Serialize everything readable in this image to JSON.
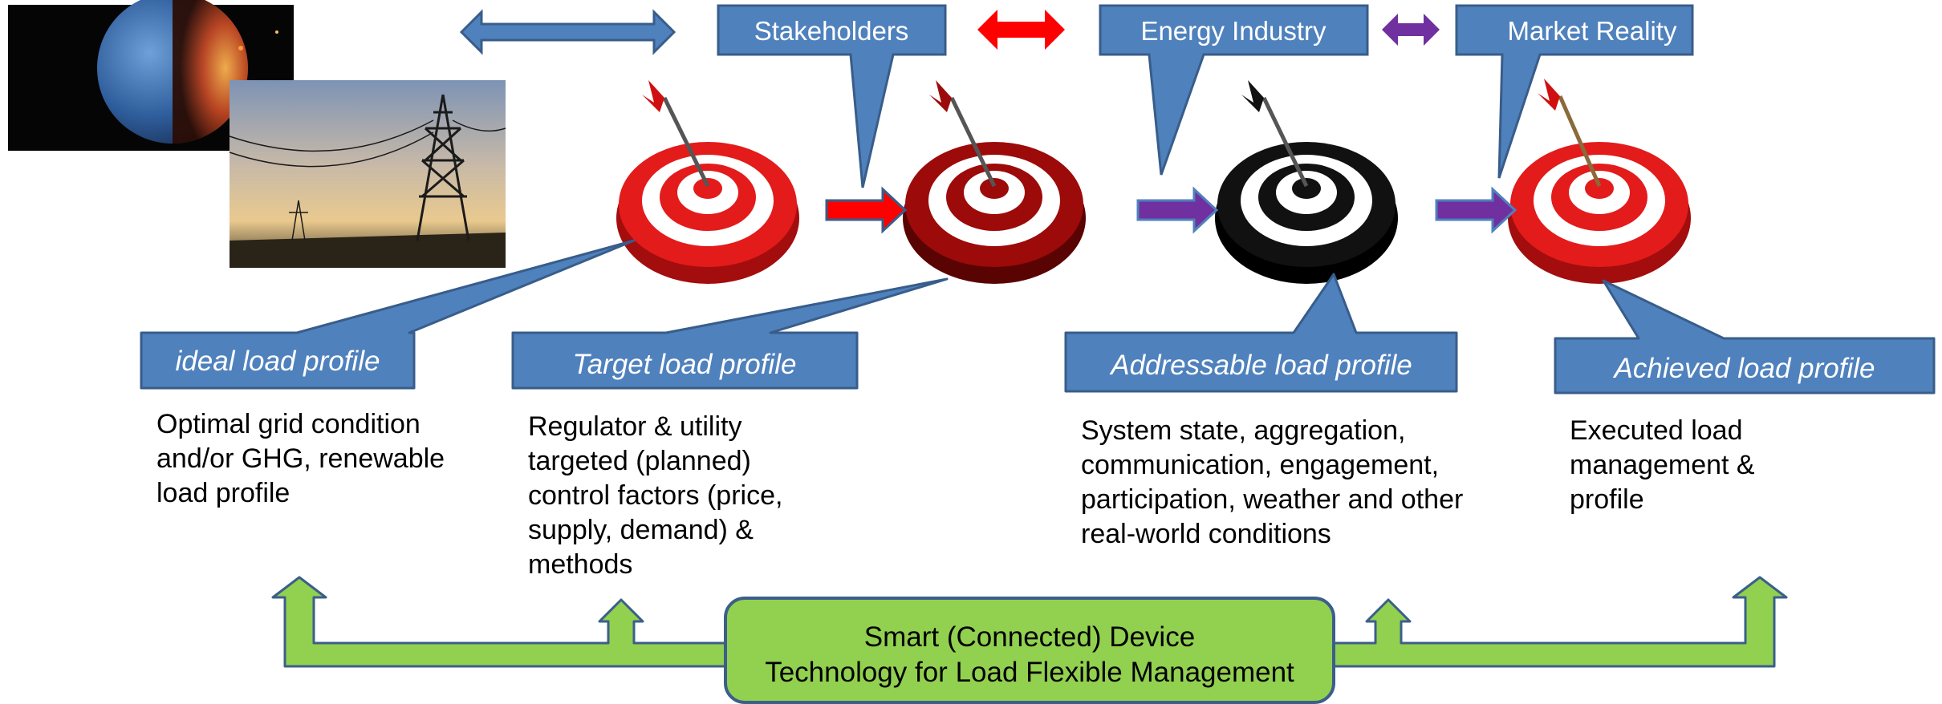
{
  "callouts_top": {
    "stakeholders": "Stakeholders",
    "energy_industry": "Energy Industry",
    "market_reality": "Market Reality"
  },
  "stages": [
    {
      "label": "ideal load profile",
      "description": [
        "Optimal grid condition",
        "and/or GHG, renewable",
        "load profile"
      ]
    },
    {
      "label": "Target load profile",
      "description": [
        "Regulator & utility",
        "targeted (planned)",
        "control factors (price,",
        "supply, demand) &",
        "methods"
      ]
    },
    {
      "label": "Addressable load profile",
      "description": [
        "System state, aggregation,",
        "communication, engagement,",
        "participation, weather and other",
        "real-world conditions"
      ]
    },
    {
      "label": "Achieved load profile",
      "description": [
        "Executed load",
        "management &",
        "profile"
      ]
    }
  ],
  "technology_box": {
    "line1": "Smart (Connected) Device",
    "line2": "Technology for Load Flexible Management"
  },
  "colors": {
    "callout_blue": "#4f81bd",
    "callout_border": "#385d8a",
    "arrow_red": "#ff0000",
    "arrow_purple": "#7030a0",
    "green": "#92d050",
    "green_border": "#3b5f8a",
    "target_red": "#e31b1b",
    "target_darkred": "#9c0a0a",
    "target_black": "#111111"
  }
}
